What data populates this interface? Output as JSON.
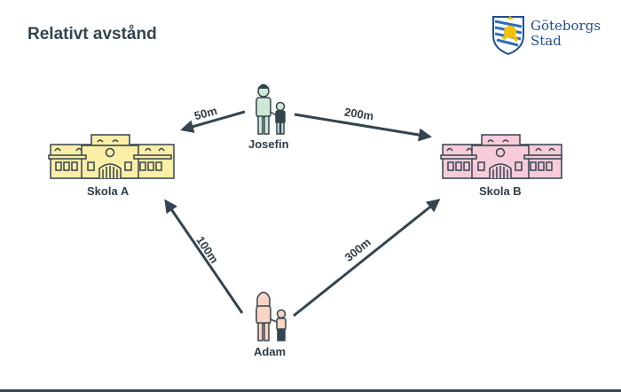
{
  "title": "Relativt avstånd",
  "logo": {
    "line1": "Göteborgs",
    "line2": "Stad"
  },
  "schools": {
    "a": "Skola A",
    "b": "Skola B"
  },
  "people": {
    "josefin": "Josefin",
    "adam": "Adam"
  },
  "distances": {
    "josefin_a": "50m",
    "josefin_b": "200m",
    "adam_a": "100m",
    "adam_b": "300m"
  },
  "colors": {
    "school_a": "#fbeea6",
    "school_b": "#f7cbd8",
    "arrow": "#34444f",
    "josefin_figure": "#cfe8d5",
    "adam_figure": "#fbd5c3"
  }
}
